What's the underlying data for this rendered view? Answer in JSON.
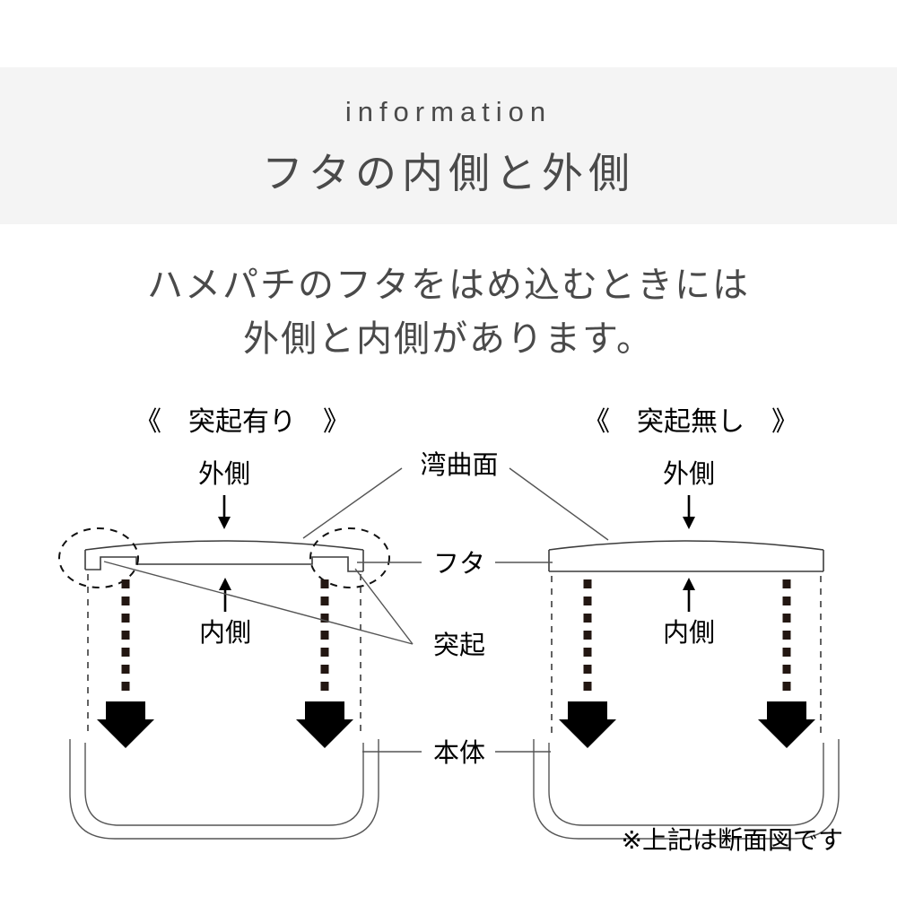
{
  "header": {
    "eyebrow": "information",
    "headline": "フタの内側と外側",
    "band_color": "#f4f4f4",
    "text_color": "#4a4a4a"
  },
  "lead": {
    "line1": "ハメパチのフタをはめ込むときには",
    "line2": "外側と内側があります。"
  },
  "diagram": {
    "left": {
      "caption": "《　突起有り　》",
      "outside_label": "外側",
      "inside_label": "内側",
      "has_tabs": true
    },
    "right": {
      "caption": "《　突起無し　》",
      "outside_label": "外側",
      "inside_label": "内側",
      "has_tabs": false
    },
    "center_labels": {
      "curved_surface": "湾曲面",
      "lid": "フタ",
      "tab": "突起",
      "body": "本体"
    },
    "footnote": "※上記は断面図です",
    "stroke_color": "#3c3c3c",
    "arrow_color": "#231712"
  }
}
